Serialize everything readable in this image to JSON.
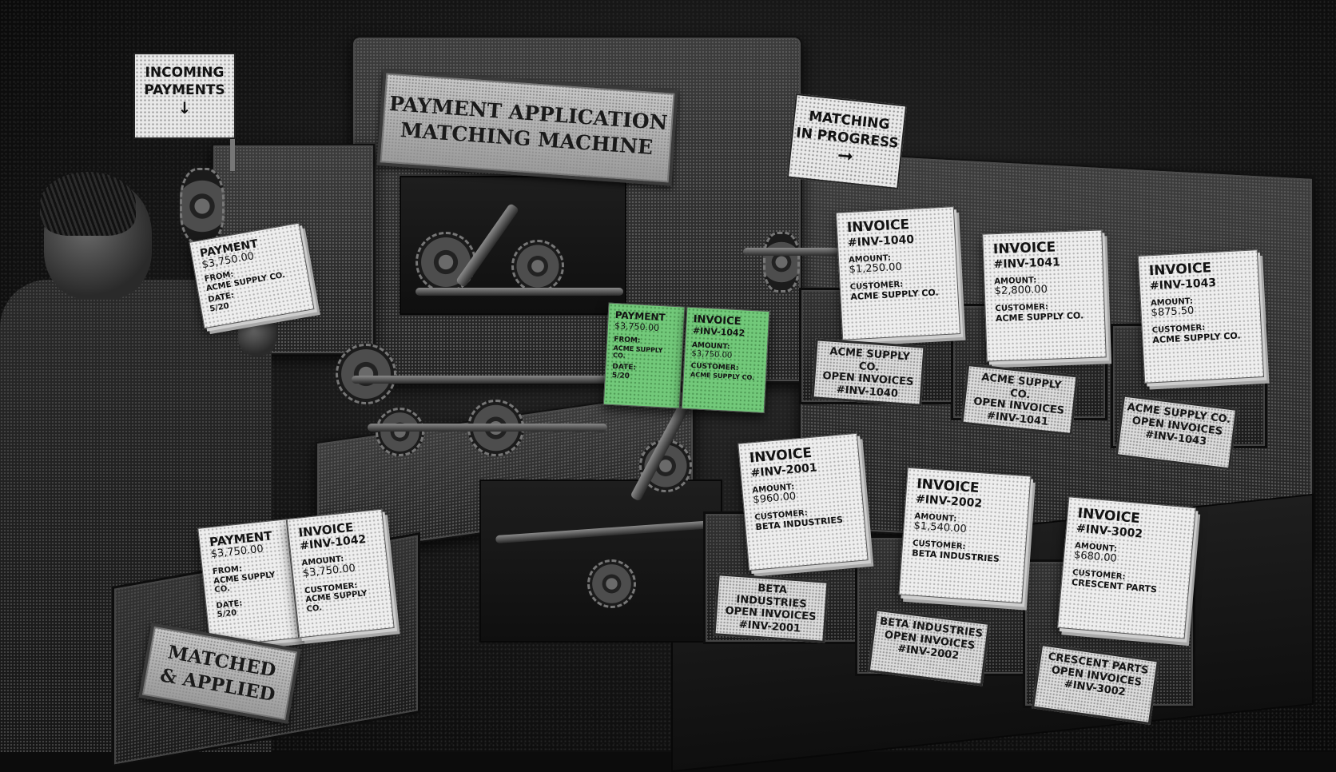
{
  "signs": {
    "incoming": [
      "INCOMING",
      "PAYMENTS"
    ],
    "incoming_arrow": "↓",
    "progress": [
      "MATCHING",
      "IN PROGRESS"
    ],
    "progress_arrow": "➞"
  },
  "machine": {
    "title": [
      "PAYMENT APPLICATION",
      "MATCHING MACHINE"
    ]
  },
  "held_payment": {
    "title": "PAYMENT",
    "amount": "$3,750.00",
    "from_label": "FROM:",
    "from": "ACME SUPPLY CO.",
    "date_label": "DATE:",
    "date": "5/20"
  },
  "matching_pair": {
    "payment": {
      "title": "PAYMENT",
      "amount": "$3,750.00",
      "from_label": "FROM:",
      "from": "ACME SUPPLY CO.",
      "date_label": "DATE:",
      "date": "5/20"
    },
    "invoice": {
      "title": "INVOICE",
      "number": "#INV-1042",
      "amount_label": "AMOUNT:",
      "amount": "$3,750.00",
      "customer_label": "CUSTOMER:",
      "customer": "ACME SUPPLY CO."
    }
  },
  "matched_bin": {
    "label": [
      "MATCHED",
      "& APPLIED"
    ],
    "payment": {
      "title": "PAYMENT",
      "amount": "$3,750.00",
      "from_label": "FROM:",
      "from": "ACME SUPPLY CO.",
      "date_label": "DATE:",
      "date": "5/20"
    },
    "invoice": {
      "title": "INVOICE",
      "number": "#INV-1042",
      "amount_label": "AMOUNT:",
      "amount": "$3,750.00",
      "customer_label": "CUSTOMER:",
      "customer": "ACME SUPPLY CO."
    }
  },
  "invoice_bins": [
    {
      "title": "INVOICE",
      "number": "#INV-1040",
      "amount_label": "AMOUNT:",
      "amount": "$1,250.00",
      "customer_label": "CUSTOMER:",
      "customer": "ACME SUPPLY CO.",
      "label": [
        "ACME SUPPLY CO.",
        "OPEN INVOICES",
        "#INV-1040"
      ]
    },
    {
      "title": "INVOICE",
      "number": "#INV-1041",
      "amount_label": "AMOUNT:",
      "amount": "$2,800.00",
      "customer_label": "CUSTOMER:",
      "customer": "ACME SUPPLY CO.",
      "label": [
        "ACME SUPPLY CO.",
        "OPEN INVOICES",
        "#INV-1041"
      ]
    },
    {
      "title": "INVOICE",
      "number": "#INV-1043",
      "amount_label": "AMOUNT:",
      "amount": "$875.50",
      "customer_label": "CUSTOMER:",
      "customer": "ACME SUPPLY CO.",
      "label": [
        "ACME SUPPLY CO.",
        "OPEN INVOICES",
        "#INV-1043"
      ]
    },
    {
      "title": "INVOICE",
      "number": "#INV-2001",
      "amount_label": "AMOUNT:",
      "amount": "$960.00",
      "customer_label": "CUSTOMER:",
      "customer": "BETA INDUSTRIES",
      "label": [
        "BETA INDUSTRIES",
        "OPEN INVOICES",
        "#INV-2001"
      ]
    },
    {
      "title": "INVOICE",
      "number": "#INV-2002",
      "amount_label": "AMOUNT:",
      "amount": "$1,540.00",
      "customer_label": "CUSTOMER:",
      "customer": "BETA INDUSTRIES",
      "label": [
        "BETA INDUSTRIES",
        "OPEN INVOICES",
        "#INV-2002"
      ]
    },
    {
      "title": "INVOICE",
      "number": "#INV-3002",
      "amount_label": "AMOUNT:",
      "amount": "$680.00",
      "customer_label": "CUSTOMER:",
      "customer": "CRESCENT PARTS",
      "label": [
        "CRESCENT PARTS",
        "OPEN INVOICES",
        "#INV-3002"
      ]
    }
  ],
  "colors": {
    "highlight": "#72c97a",
    "paper": "#eeeeee",
    "metal": "#3d3d3d"
  }
}
